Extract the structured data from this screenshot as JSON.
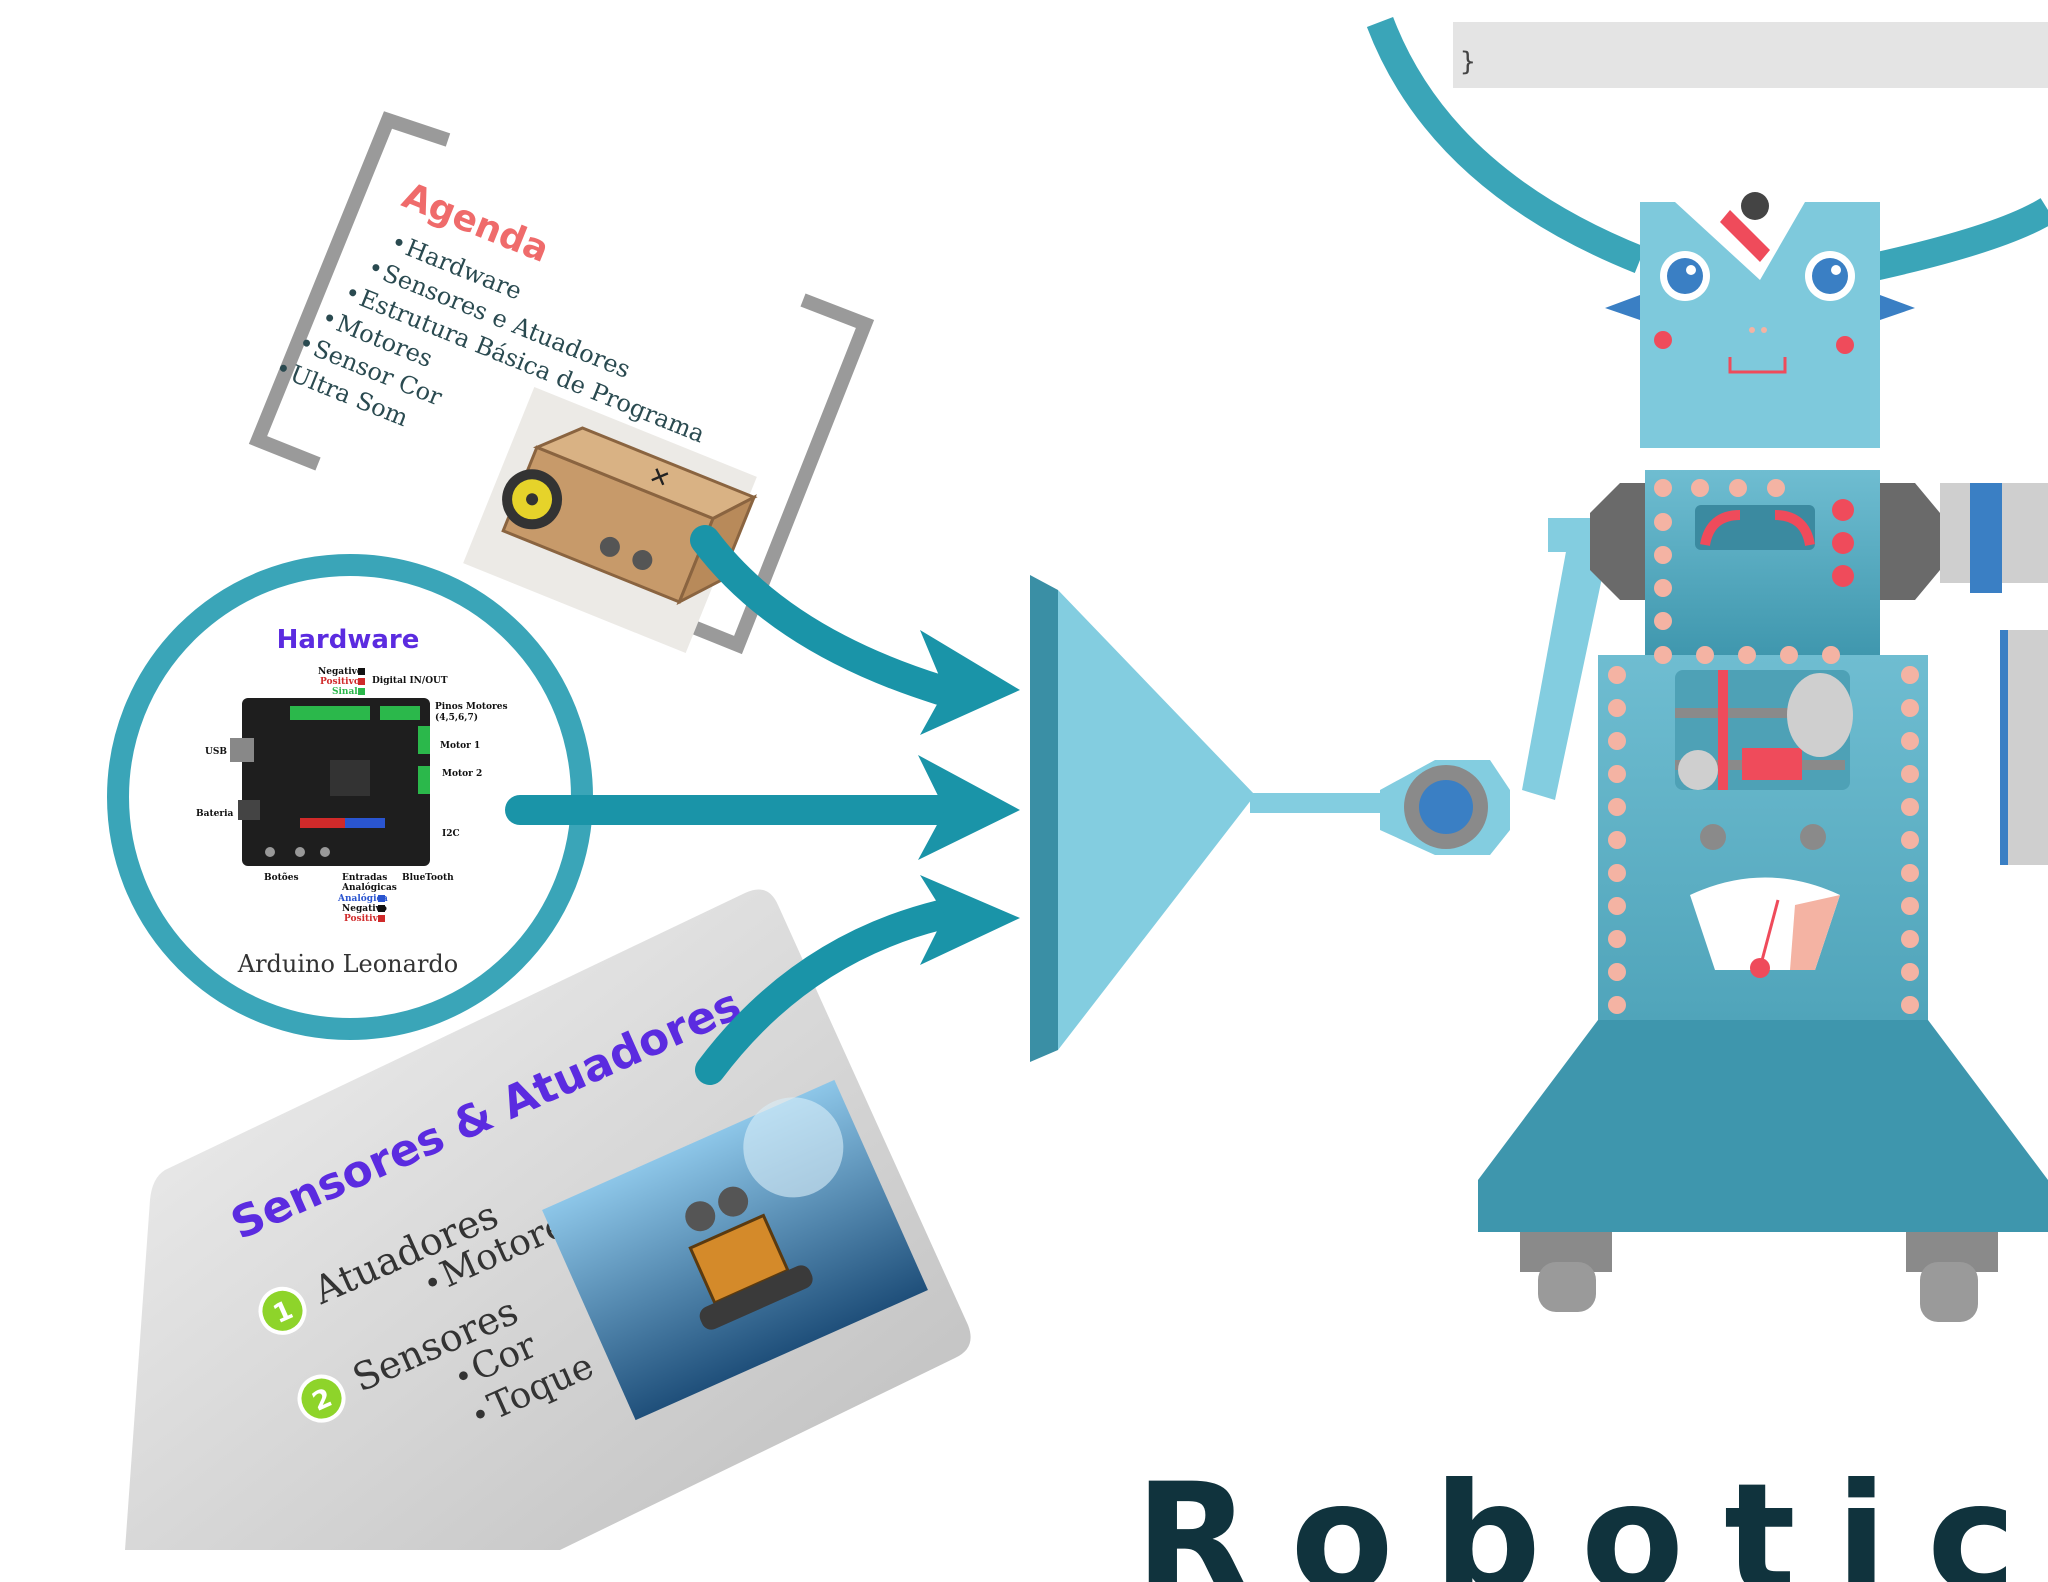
{
  "agenda": {
    "title": "Agenda",
    "items": [
      "Hardware",
      "Sensores e Atuadores",
      "Estrutura Básica de Programa",
      "Motores",
      "Sensor Cor",
      "Ultra Som"
    ]
  },
  "hardware": {
    "title": "Hardware",
    "caption": "Arduino Leonardo",
    "board_labels": {
      "negativo": "Negativo",
      "positivo": "Positivo",
      "sinal": "Sinal",
      "digital": "Digital IN/OUT",
      "pinos_motores": "Pinos Motores",
      "pinos_numbers": "(4,5,6,7)",
      "motor1": "Motor 1",
      "motor2": "Motor 2",
      "usb": "USB",
      "bateria": "Bateria",
      "i2c": "I2C",
      "botoes": "Botões",
      "entradas": "Entradas",
      "analogicas": "Analógicas",
      "bluetooth": "BlueTooth",
      "analogica": "Analógica",
      "negativo2": "Negativo",
      "positivo2": "Positivo"
    }
  },
  "sensores": {
    "title": "Sensores & Atuadores",
    "groups": [
      {
        "number": "1",
        "label": "Atuadores",
        "items": [
          "Motores"
        ]
      },
      {
        "number": "2",
        "label": "Sensores",
        "items": [
          "Cor",
          "Toque"
        ]
      }
    ]
  },
  "code": {
    "closing_brace": "}"
  },
  "main_title": {
    "partial": "Robotica A"
  },
  "colors": {
    "teal": "#1a94a8",
    "light_blue": "#83cde0",
    "robot_body": "#5fb0c6",
    "coral": "#f4b3a3",
    "red": "#ef4b5b",
    "gray_bracket": "#9a9a9a",
    "agenda_title": "#ef6b6b",
    "purple_title": "#5b2be0",
    "green_badge": "#8ed42a"
  }
}
